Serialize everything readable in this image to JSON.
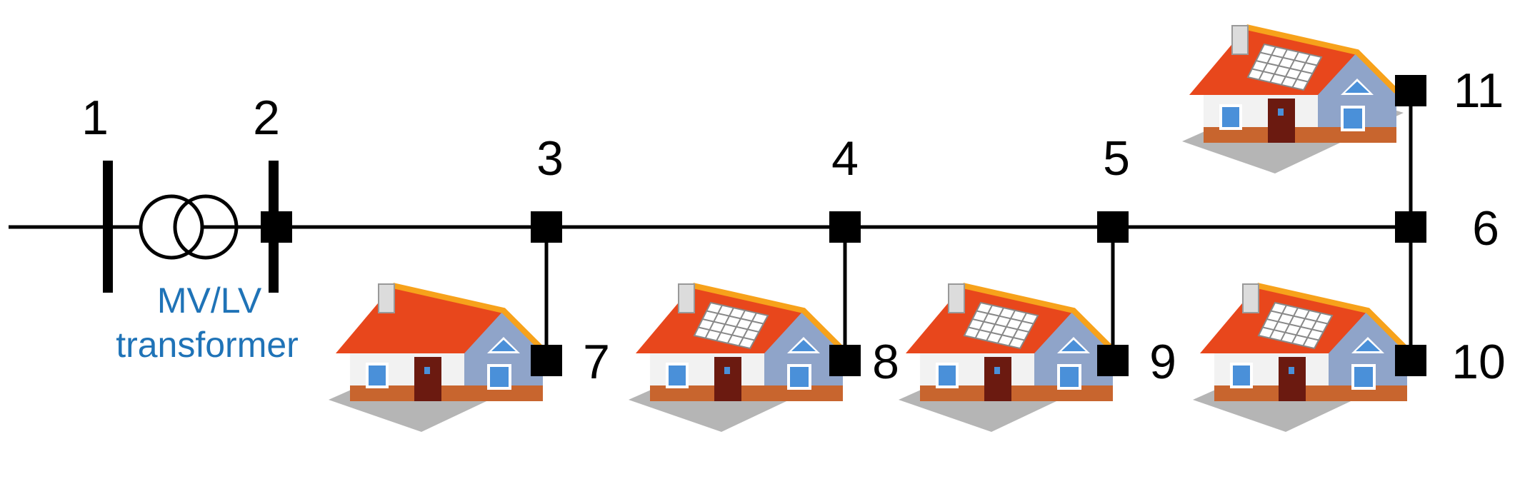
{
  "diagram": {
    "buses": [
      {
        "id": "1",
        "label": "1"
      },
      {
        "id": "2",
        "label": "2"
      },
      {
        "id": "3",
        "label": "3"
      },
      {
        "id": "4",
        "label": "4"
      },
      {
        "id": "5",
        "label": "5"
      },
      {
        "id": "6",
        "label": "6"
      },
      {
        "id": "7",
        "label": "7"
      },
      {
        "id": "8",
        "label": "8"
      },
      {
        "id": "9",
        "label": "9"
      },
      {
        "id": "10",
        "label": "10"
      },
      {
        "id": "11",
        "label": "11"
      }
    ],
    "transformer": {
      "label_line1": "MV/LV",
      "label_line2": "transformer",
      "label_color": "#1f73b7"
    },
    "houses": [
      {
        "bus": "7",
        "solar": false
      },
      {
        "bus": "8",
        "solar": true
      },
      {
        "bus": "9",
        "solar": true
      },
      {
        "bus": "10",
        "solar": true
      },
      {
        "bus": "11",
        "solar": true
      }
    ],
    "colors": {
      "line": "#000000",
      "roof": "#e8471c",
      "roof_edge": "#f7a21b",
      "wall": "#f2f2f2",
      "side_wall": "#8fa4c9",
      "door": "#6b1a10",
      "base": "#c8652e",
      "ground": "#b5b5b5",
      "window": "#4a90d9",
      "panel": "#bfc3c8"
    }
  }
}
